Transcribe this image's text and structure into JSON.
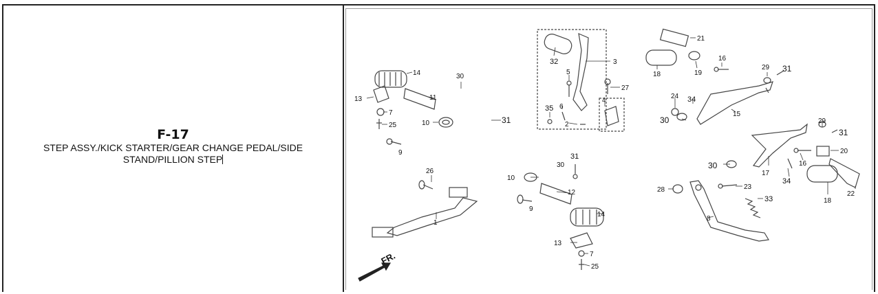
{
  "section": {
    "code": "F-17",
    "title": "STEP ASSY./KICK STARTER/GEAR CHANGE PEDAL/SIDE STAND/PILLION STEP"
  },
  "diagram": {
    "direction_label": "FR.",
    "callouts": [
      "1",
      "2",
      "3",
      "4",
      "5",
      "6",
      "7",
      "8",
      "9",
      "10",
      "11",
      "12",
      "13",
      "14",
      "15",
      "16",
      "17",
      "18",
      "19",
      "20",
      "21",
      "22",
      "23",
      "24",
      "25",
      "26",
      "27",
      "28",
      "29",
      "30",
      "31",
      "32",
      "33",
      "34",
      "35"
    ]
  }
}
